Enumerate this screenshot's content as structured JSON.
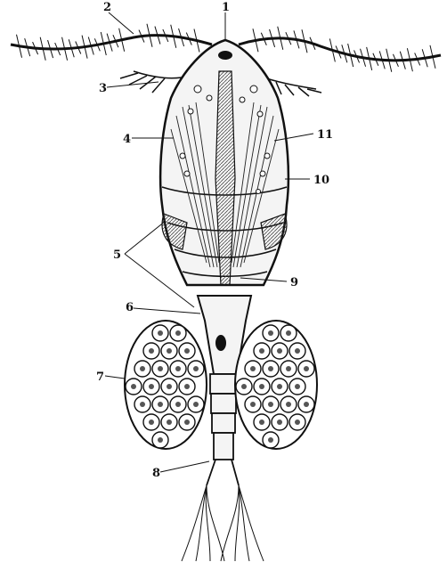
{
  "figure": {
    "labels": [
      {
        "key": "1",
        "text": "1"
      },
      {
        "key": "2",
        "text": "2"
      },
      {
        "key": "3",
        "text": "3"
      },
      {
        "key": "4",
        "text": "4"
      },
      {
        "key": "5",
        "text": "5"
      },
      {
        "key": "6",
        "text": "6"
      },
      {
        "key": "7",
        "text": "7"
      },
      {
        "key": "8",
        "text": "8"
      },
      {
        "key": "9",
        "text": "9"
      },
      {
        "key": "10",
        "text": "10"
      },
      {
        "key": "11",
        "text": "11"
      }
    ]
  },
  "colors": {
    "ink": "#111111",
    "paper": "#ffffff",
    "shade": "#d6d6d6"
  }
}
